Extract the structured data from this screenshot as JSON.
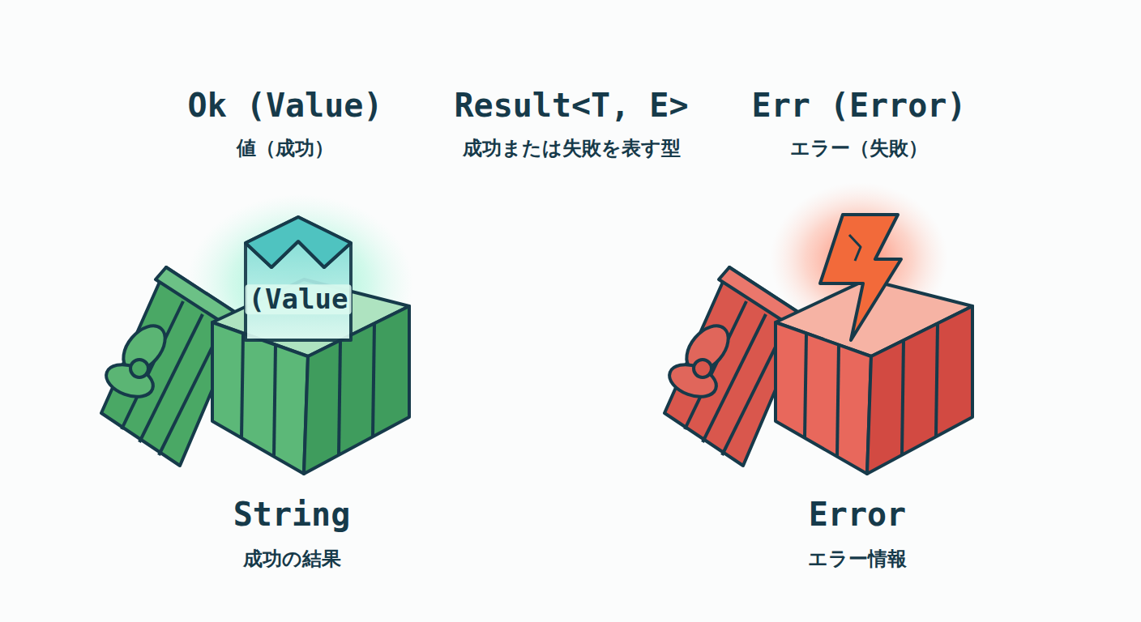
{
  "diagram": {
    "nodes": [
      {
        "text": [
          "(Value",
          "String",
          "成功の結果"
        ]
      },
      {
        "text": [
          "Error",
          "エラー情報"
        ]
      }
    ],
    "labels": [
      "Ok (Value)",
      "値（成功）",
      "Result<T, E>",
      "成功または失敗を表す型",
      "Err (Error)",
      "エラー（失敗）"
    ]
  }
}
